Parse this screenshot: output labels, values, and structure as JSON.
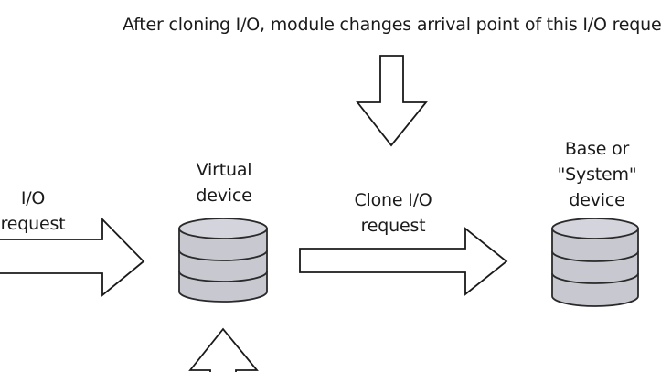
{
  "diagram": {
    "top_caption": "After cloning I/O, module changes arrival point of this I/O request",
    "io_request": {
      "line1": "I/O",
      "line2": "request"
    },
    "virtual_device": {
      "line1": "Virtual",
      "line2": "device"
    },
    "clone_request": {
      "line1": "Clone I/O",
      "line2": "request"
    },
    "base_device": {
      "line1": "Base or",
      "line2": "\"System\"",
      "line3": "device"
    }
  },
  "colors": {
    "arrow_stroke": "#1a1a1a",
    "arrow_fill": "#ffffff",
    "disk_fill": "#c8c8d0",
    "disk_stroke": "#2a2a2a"
  }
}
